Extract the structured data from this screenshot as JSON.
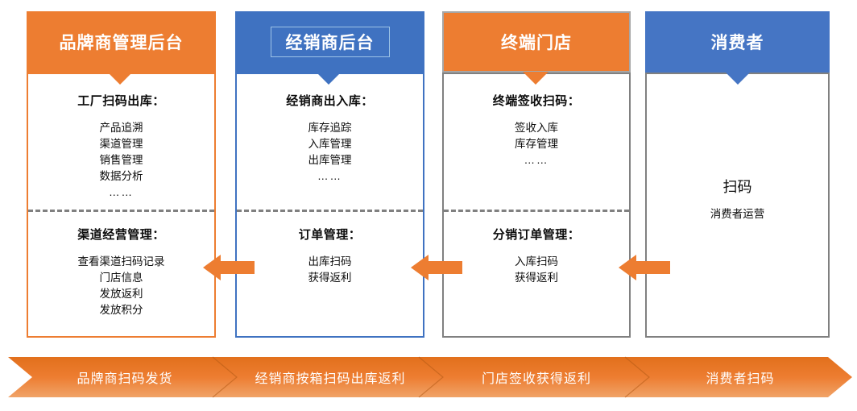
{
  "columns": [
    {
      "id": "brand-admin",
      "header": "品牌商管理后台",
      "header_style": "orange",
      "sections": [
        {
          "title": "工厂扫码出库：",
          "items": [
            "产品追溯",
            "渠道管理",
            "销售管理",
            "数据分析",
            "……"
          ]
        },
        {
          "title": "渠道经营管理：",
          "items": [
            "查看渠道扫码记录",
            "门店信息",
            "发放返利",
            "发放积分"
          ]
        }
      ]
    },
    {
      "id": "dealer-admin",
      "header": "经销商后台",
      "header_style": "blue",
      "sections": [
        {
          "title": "经销商出入库：",
          "items": [
            "库存追踪",
            "入库管理",
            "出库管理",
            "……"
          ]
        },
        {
          "title": "订单管理：",
          "items": [
            "出库扫码",
            "获得返利"
          ]
        }
      ]
    },
    {
      "id": "terminal-store",
      "header": "终端门店",
      "header_style": "orange-bordered",
      "sections": [
        {
          "title": "终端签收扫码：",
          "items": [
            "签收入库",
            "库存管理",
            "……"
          ]
        },
        {
          "title": "分销订单管理：",
          "items": [
            "入库扫码",
            "获得返利"
          ]
        }
      ]
    },
    {
      "id": "consumer",
      "header": "消费者",
      "header_style": "blue-plain",
      "main_text": "扫码",
      "sub_text": "消费者运营"
    }
  ],
  "ribbon": {
    "steps": [
      "品牌商扫码发货",
      "经销商按箱扫码出库返利",
      "门店签收获得返利",
      "消费者扫码"
    ]
  },
  "colors": {
    "orange": "#ED7D31",
    "blue": "#3F72C1",
    "blue_plain": "#4575C4",
    "grey": "#808080",
    "arrow": "#ED7D31",
    "ribbon_start": "#E8701A",
    "ribbon_end": "#F0924A"
  },
  "arrows": [
    {
      "name": "arrow-dealer-to-brand"
    },
    {
      "name": "arrow-store-to-dealer"
    },
    {
      "name": "arrow-consumer-to-store"
    }
  ]
}
